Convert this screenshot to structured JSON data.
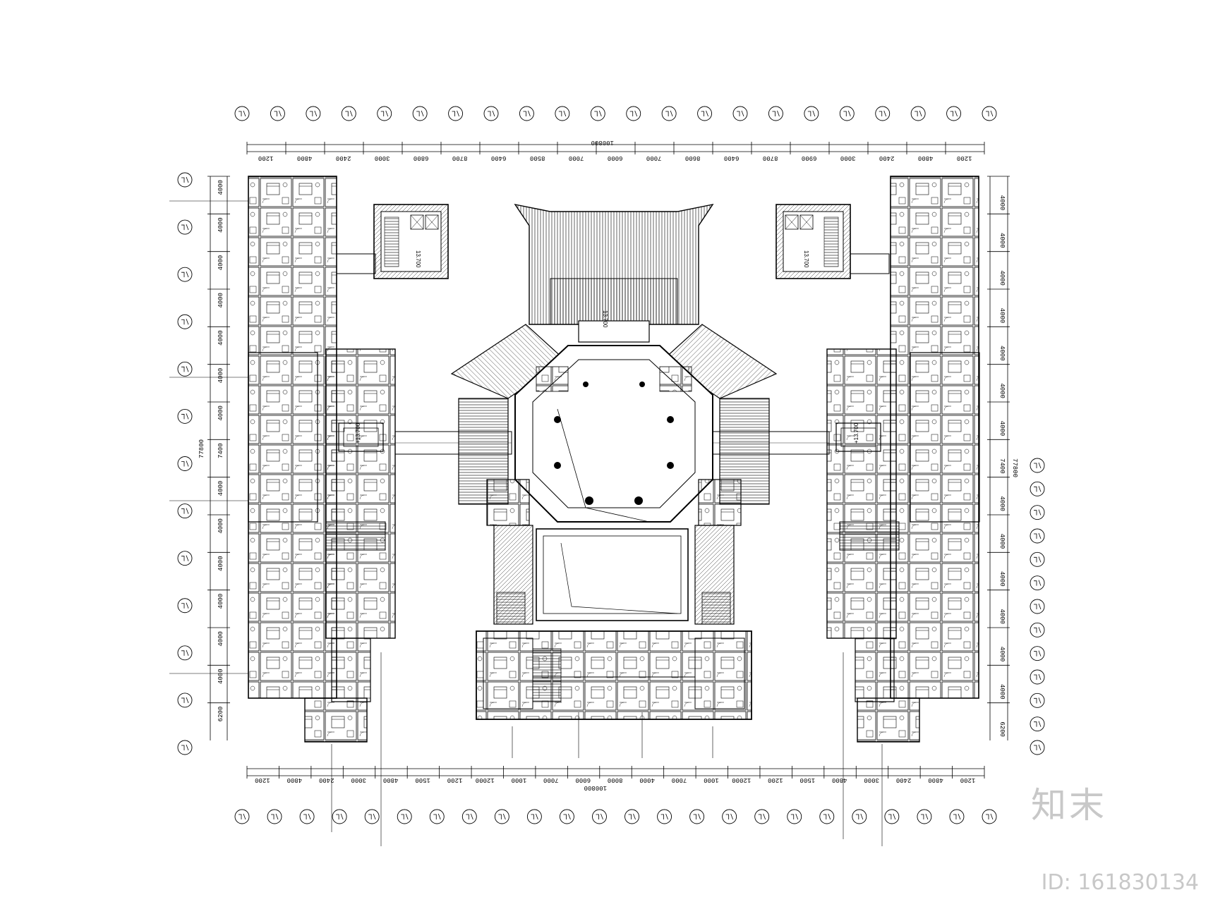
{
  "drawing": {
    "top_overall_dim": "100800",
    "bottom_overall_dim": "100800",
    "top_dims": [
      "1200",
      "4800",
      "2400",
      "3000",
      "6800",
      "8700",
      "6400",
      "8500",
      "7000",
      "6000",
      "7000",
      "8600",
      "6400",
      "8700",
      "6900",
      "3000",
      "2400",
      "4800",
      "1200"
    ],
    "bottom_dims": [
      "1200",
      "4800",
      "2400",
      "3000",
      "4800",
      "1500",
      "1200",
      "12000",
      "1000",
      "7000",
      "6000",
      "8000",
      "4000",
      "7000",
      "1000",
      "12000",
      "1200",
      "1500",
      "4800",
      "3000",
      "2400",
      "4800",
      "1200"
    ],
    "left_dims": [
      "4000",
      "4000",
      "4000",
      "4000",
      "4000",
      "4000",
      "4000",
      "7400",
      "4000",
      "4000",
      "4000",
      "4000",
      "4000",
      "4000",
      "6200"
    ],
    "right_dims": [
      "4000",
      "4000",
      "4000",
      "4000",
      "4000",
      "4000",
      "4000",
      "7400",
      "4000",
      "4000",
      "4000",
      "4000",
      "4000",
      "4000",
      "6200"
    ],
    "left_overall_dim": "77800",
    "right_overall_dim": "77800",
    "elev_labels": [
      "13.700",
      "13.700",
      "13.700",
      "+13.700",
      "+13.700"
    ],
    "grid_count_top": 22,
    "grid_count_bottom": 24,
    "grid_count_left": 13,
    "grid_count_right": 13
  },
  "watermark": {
    "logo": "知末",
    "id": "ID: 161830134"
  }
}
